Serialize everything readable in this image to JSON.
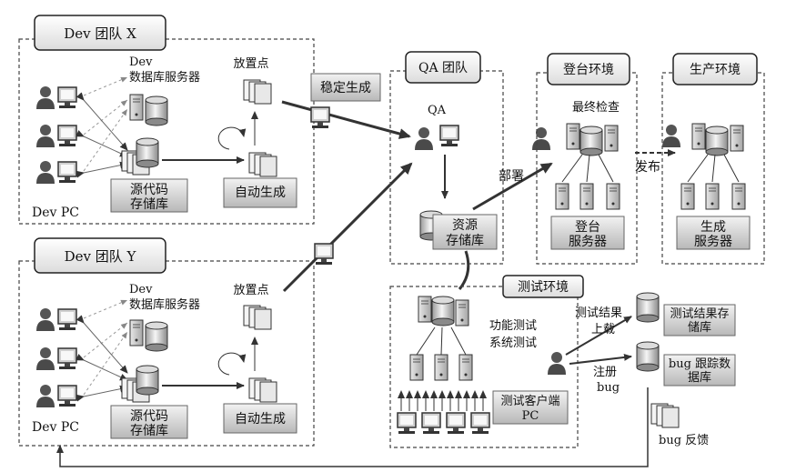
{
  "teams": {
    "dev_x": {
      "title": "Dev 团队  X",
      "db_server_line1": "Dev",
      "db_server_line2": "数据库服务器",
      "drop_point": "放置点",
      "source_repo_line1": "源代码",
      "source_repo_line2": "存储库",
      "auto_build": "自动生成",
      "dev_pc": "Dev PC"
    },
    "dev_y": {
      "title": "Dev 团队  Y",
      "db_server_line1": "Dev",
      "db_server_line2": "数据库服务器",
      "drop_point": "放置点",
      "source_repo_line1": "源代码",
      "source_repo_line2": "存储库",
      "auto_build": "自动生成",
      "dev_pc": "Dev PC"
    }
  },
  "stable_build": "稳定生成",
  "qa": {
    "title": "QA  团队",
    "person": "QA",
    "resource_repo_line1": "资源",
    "resource_repo_line2": "存储库"
  },
  "deploy": "部署",
  "staging": {
    "title": "登台环境",
    "final_check": "最终检查",
    "server_line1": "登台",
    "server_line2": "服务器"
  },
  "release": "发布",
  "production": {
    "title": "生产环境",
    "server_line1": "生成",
    "server_line2": "服务器"
  },
  "test_env": {
    "title": "测试环境",
    "test_type_line1": "功能测试",
    "test_type_line2": "系统测试",
    "client_line1": "测试客户端",
    "client_line2": "PC"
  },
  "upload_line1": "测试结果",
  "upload_line2": "上载",
  "register_line1": "注册",
  "register_line2": "bug",
  "results_db_line1": "测试结果存",
  "results_db_line2": "储库",
  "bug_db_line1": "bug  跟踪数",
  "bug_db_line2": "据库",
  "bug_feedback": "bug  反馈"
}
